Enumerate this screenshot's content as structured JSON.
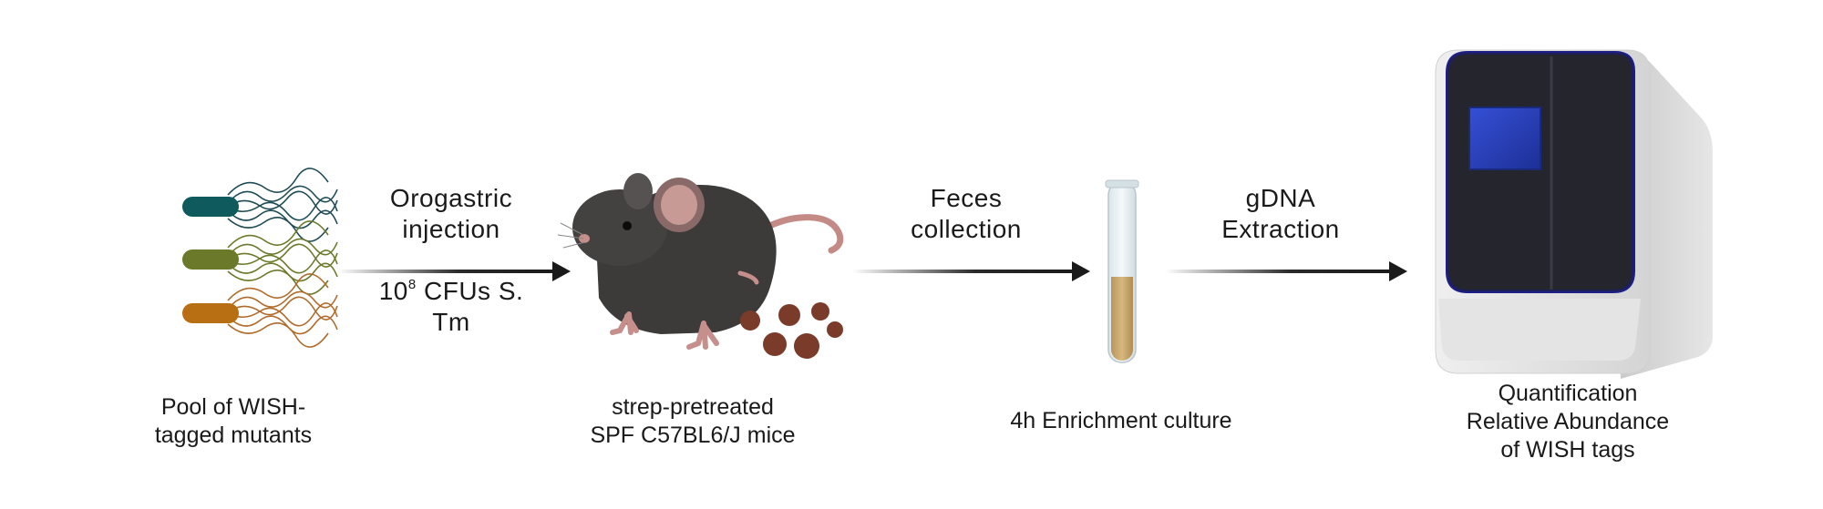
{
  "steps": {
    "pool": {
      "line1": "Pool of WISH-",
      "line2": "tagged mutants"
    },
    "mice": {
      "line1": "strep-pretreated",
      "line2": "SPF  C57BL6/J mice"
    },
    "culture": {
      "line1": "4h Enrichment culture"
    },
    "quant": {
      "line1": "Quantification",
      "line2": "Relative Abundance",
      "line3": "of WISH tags"
    }
  },
  "arrows": {
    "a1": {
      "top1": "Orogastric",
      "top2": "injection",
      "bottom_base": "10",
      "bottom_exp": "8",
      "bottom_rest": " CFUs S.",
      "bottom2": "Tm"
    },
    "a2": {
      "top1": "Feces",
      "top2": "collection"
    },
    "a3": {
      "top1": "gDNA",
      "top2": "Extraction"
    }
  },
  "colors": {
    "bacteria1": "#0e5a5c",
    "bacteria2": "#6b7a2a",
    "bacteria3": "#b86e12",
    "mouse": "#3d3b3a",
    "feces": "#7a3b2a",
    "culture": "#c9a86a",
    "machine_screen": "#2a3fb8"
  }
}
